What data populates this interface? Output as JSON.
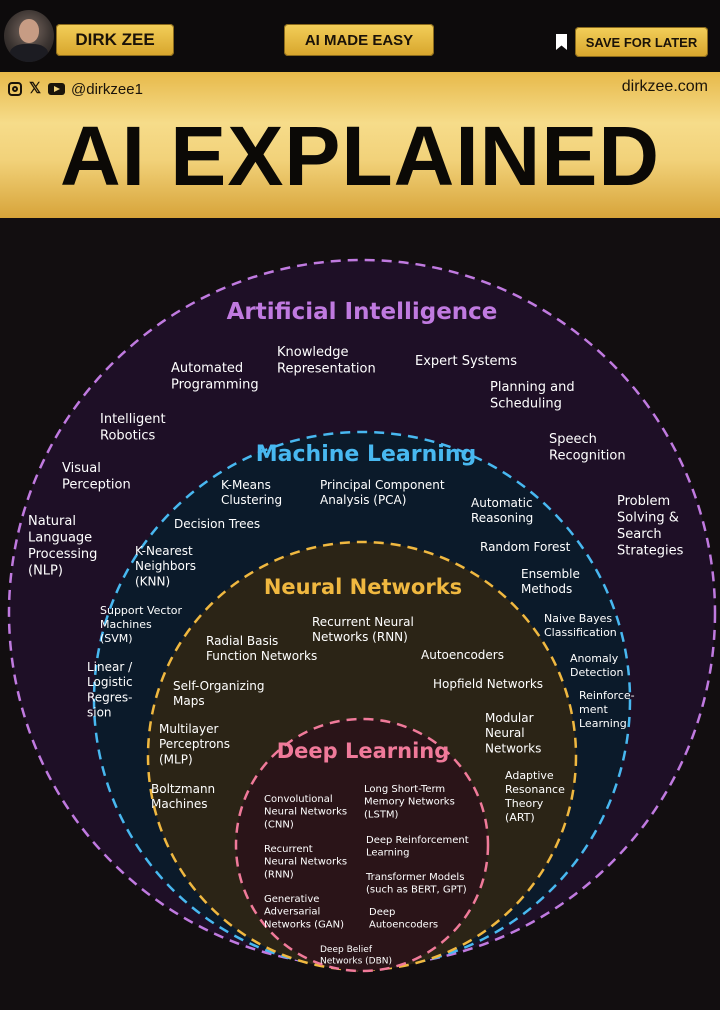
{
  "header": {
    "name_button": "DIRK ZEE",
    "center_button": "AI MADE EASY",
    "save_button": "SAVE FOR LATER",
    "handle": "@dirkzee1",
    "website": "dirkzee.com",
    "title": "AI EXPLAINED"
  },
  "rings": {
    "ai": {
      "title": "Artificial Intelligence",
      "color": "#c07ae0",
      "items": [
        "Knowledge\nRepresentation",
        "Automated\nProgramming",
        "Expert Systems",
        "Planning and\nScheduling",
        "Intelligent\nRobotics",
        "Speech\nRecognition",
        "Visual\nPerception",
        "Problem\nSolving &\nSearch\nStrategies",
        "Natural\nLanguage\nProcessing\n(NLP)"
      ]
    },
    "ml": {
      "title": "Machine Learning",
      "color": "#48b8f0",
      "items": [
        "K-Means\nClustering",
        "Principal Component\nAnalysis (PCA)",
        "Automatic\nReasoning",
        "Decision Trees",
        "Random Forest",
        "K-Nearest\nNeighbors\n(KNN)",
        "Ensemble\nMethods",
        "Support Vector\nMachines\n(SVM)",
        "Naive Bayes\nClassification",
        "Anomaly\nDetection",
        "Linear /\nLogistic\nRegres-\nsion",
        "Reinforce-\nment\nLearning"
      ]
    },
    "nn": {
      "title": "Neural Networks",
      "color": "#f0b840",
      "items": [
        "Recurrent Neural\nNetworks (RNN)",
        "Radial Basis\nFunction Networks",
        "Autoencoders",
        "Self-Organizing\nMaps",
        "Hopfield Networks",
        "Modular\nNeural\nNetworks",
        "Multilayer\nPerceptrons\n(MLP)",
        "Adaptive\nResonance\nTheory\n(ART)",
        "Boltzmann\nMachines"
      ]
    },
    "dl": {
      "title": "Deep Learning",
      "color": "#f07a9a",
      "items": [
        "Long Short-Term\nMemory Networks\n(LSTM)",
        "Convolutional\nNeural Networks\n(CNN)",
        "Deep Reinforcement\nLearning",
        "Recurrent\nNeural Networks\n(RNN)",
        "Transformer Models\n(such as BERT, GPT)",
        "Generative\nAdversarial\nNetworks (GAN)",
        "Deep\nAutoencoders",
        "Deep Belief\nNetworks (DBN)"
      ]
    }
  }
}
